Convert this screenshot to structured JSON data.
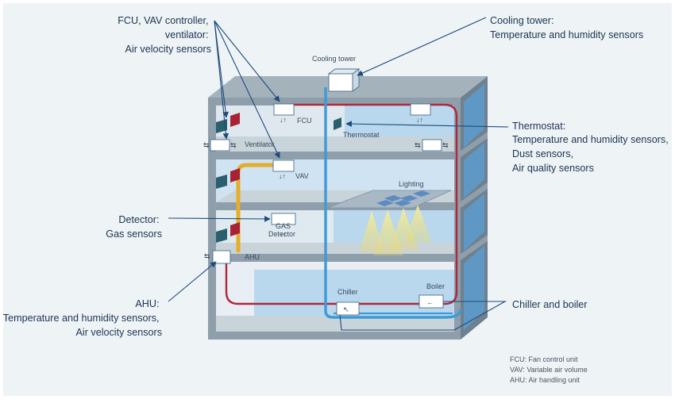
{
  "callouts": {
    "fcu_vav_ventilator": [
      "FCU, VAV controller,",
      "ventilator:",
      "Air velocity sensors"
    ],
    "cooling_tower": [
      "Cooling tower:",
      "Temperature and humidity sensors"
    ],
    "thermostat": [
      "Thermostat:",
      "Temperature and humidity sensors,",
      "Dust sensors,",
      "Air quality sensors"
    ],
    "detector": [
      "Detector:",
      "Gas sensors"
    ],
    "ahu": [
      "AHU:",
      "Temperature and humidity sensors,",
      "Air velocity sensors"
    ],
    "chiller_boiler": [
      "Chiller and boiler"
    ]
  },
  "labels": {
    "cooling_tower": "Cooling tower",
    "fcu": "FCU",
    "thermostat": "Thermostat",
    "ventilator": "Ventilator",
    "vav": "VAV",
    "lighting": "Lighting",
    "gas": "GAS",
    "detector": "Detector",
    "ahu": "AHU",
    "chiller": "Chiller",
    "boiler": "Boiler"
  },
  "legend": [
    "FCU: Fan control unit",
    "VAV: Variable air volume",
    "AHU: Air handling unit"
  ],
  "colors": {
    "background": "#eef3f6",
    "building_frame": "#8e9eaa",
    "room_blue": "#b9d8ee",
    "pipe_red": "#b0283a",
    "pipe_blue": "#3d9ad8",
    "duct_yellow": "#e6ad2a",
    "callout_line": "#1f4a7a",
    "panel_dark": "#2a5f6e",
    "panel_red": "#a82234"
  }
}
